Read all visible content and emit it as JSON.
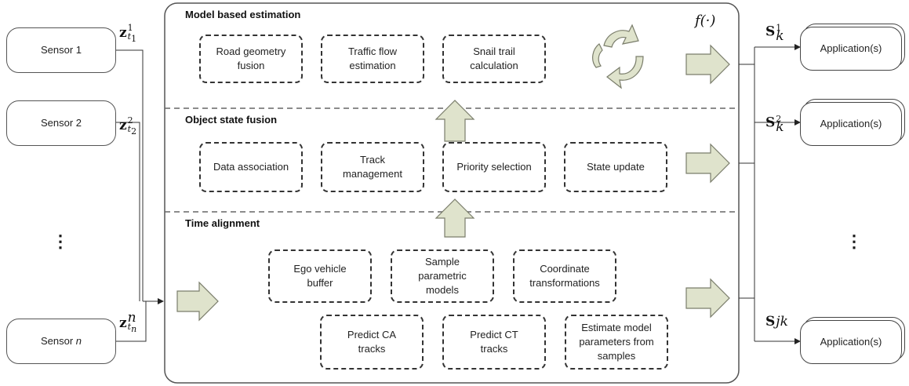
{
  "sensors": [
    {
      "label": "Sensor 1",
      "sub": "t",
      "subsub": "1",
      "sup": "1"
    },
    {
      "label": "Sensor 2",
      "sub": "t",
      "subsub": "2",
      "sup": "2"
    },
    {
      "label": "Sensor n",
      "sub": "t",
      "subsub": "n",
      "sup": "n"
    }
  ],
  "measurement_symbol": "z",
  "sections": {
    "model_based": {
      "title": "Model based estimation",
      "tasks": [
        "Road geometry\nfusion",
        "Traffic flow\nestimation",
        "Snail trail\ncalculation"
      ]
    },
    "object_state": {
      "title": "Object state fusion",
      "tasks": [
        "Data association",
        "Track\nmanagement",
        "Priority selection",
        "State update"
      ]
    },
    "time_alignment": {
      "title": "Time alignment",
      "tasks_row1": [
        "Ego vehicle\nbuffer",
        "Sample\nparametric\nmodels",
        "Coordinate\ntransformations"
      ],
      "tasks_row2": [
        "Predict CA\ntracks",
        "Predict CT\ntracks",
        "Estimate model\nparameters from\nsamples"
      ]
    }
  },
  "function_label": "f(·)",
  "outputs": [
    {
      "symbol": "S",
      "sub": "k",
      "sup": "1"
    },
    {
      "symbol": "S",
      "sub": "k",
      "sup": "2"
    },
    {
      "symbol": "S",
      "sub": "k",
      "sup": "j"
    }
  ],
  "applications": [
    "Application(s)",
    "Application(s)",
    "Application(s)"
  ],
  "ellipsis": "⋮",
  "colors": {
    "arrow_fill": "#dfe3cc",
    "arrow_stroke": "#7a7d6b",
    "line": "#333333",
    "panel_border": "#555555"
  }
}
